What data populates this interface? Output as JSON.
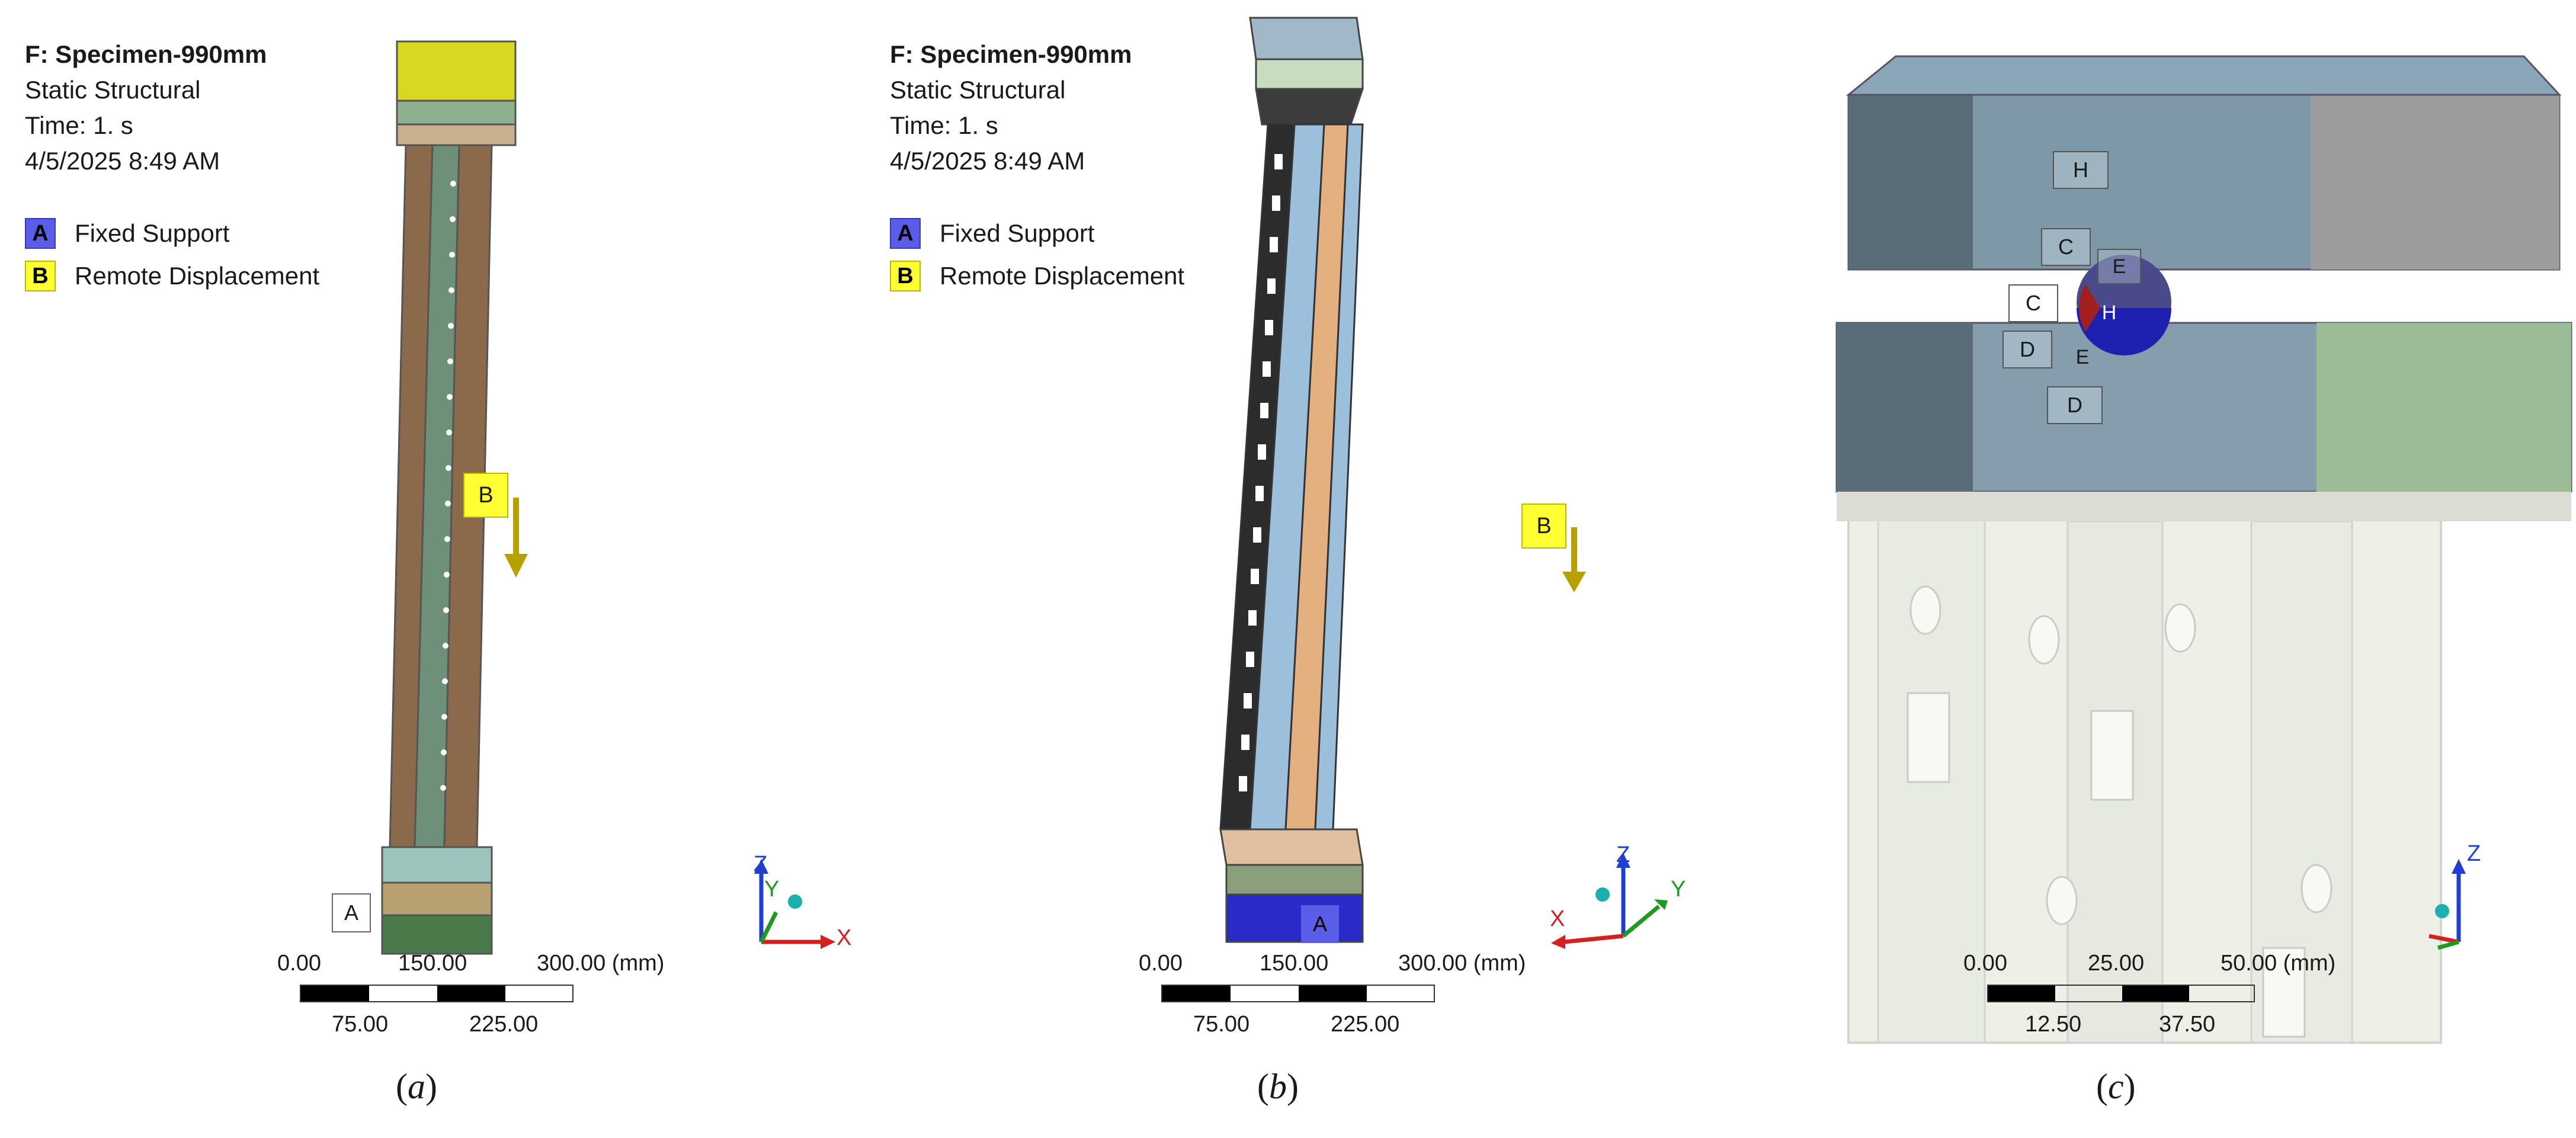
{
  "panels": [
    {
      "id": "a",
      "header": {
        "title": "F: Specimen-990mm",
        "analysis": "Static Structural",
        "time": "Time: 1. s",
        "date": "4/5/2025 8:49 AM"
      },
      "legend": [
        {
          "tag": "A",
          "label": "Fixed Support"
        },
        {
          "tag": "B",
          "label": "Remote Displacement"
        }
      ],
      "scale": {
        "top": [
          "0.00",
          "150.00",
          "300.00 (mm)"
        ],
        "bottom": [
          "75.00",
          "225.00"
        ]
      },
      "labels": {
        "fixed": "A",
        "remote": "B"
      },
      "axes": {
        "z": "Z",
        "y": "Y",
        "x": "X"
      },
      "caption": "a"
    },
    {
      "id": "b",
      "header": {
        "title": "F: Specimen-990mm",
        "analysis": "Static Structural",
        "time": "Time: 1. s",
        "date": "4/5/2025 8:49 AM"
      },
      "legend": [
        {
          "tag": "A",
          "label": "Fixed Support"
        },
        {
          "tag": "B",
          "label": "Remote Displacement"
        }
      ],
      "scale": {
        "top": [
          "0.00",
          "150.00",
          "300.00 (mm)"
        ],
        "bottom": [
          "75.00",
          "225.00"
        ]
      },
      "labels": {
        "fixed": "A",
        "remote": "B"
      },
      "axes": {
        "z": "Z",
        "y": "Y",
        "x": "X"
      },
      "caption": "b"
    },
    {
      "id": "c",
      "scale": {
        "top": [
          "0.00",
          "25.00",
          "50.00 (mm)"
        ],
        "bottom": [
          "12.50",
          "37.50"
        ]
      },
      "contact_labels": [
        "H",
        "C",
        "E",
        "C",
        "H",
        "D",
        "E",
        "D"
      ],
      "axes": {
        "z": "Z"
      },
      "caption": "c"
    }
  ],
  "colors": {
    "fixed_support": "#5a5de8",
    "remote_displacement": "#ffff33",
    "axis_x": "#d62020",
    "axis_y": "#1f9a1f",
    "axis_z": "#1f3fd0"
  }
}
